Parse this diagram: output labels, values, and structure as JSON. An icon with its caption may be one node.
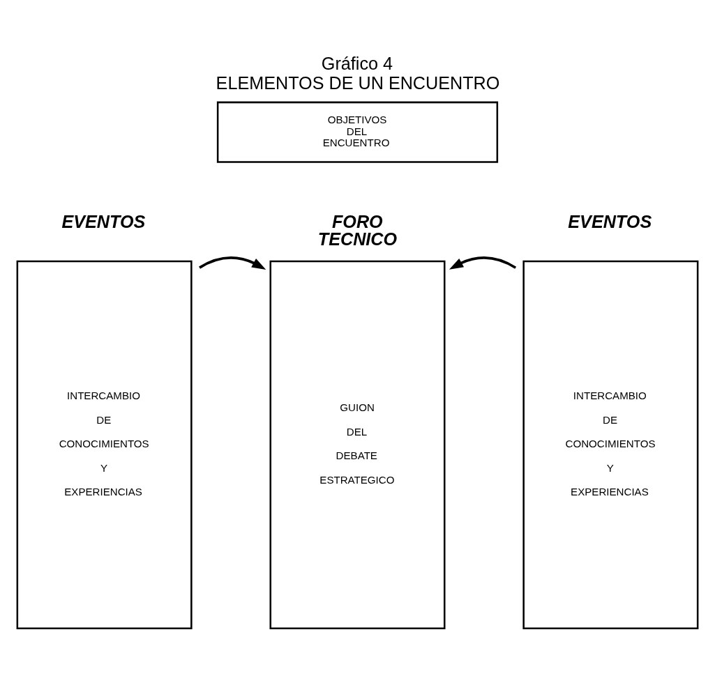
{
  "diagram": {
    "title": "ELEMENTOS DE UN ENCUENTRO",
    "nodes": [
      {
        "text": [
          "OBJETIVOS DEL ENCUENTRO"
        ]
      },
      {
        "text": [
          "EVENTOS",
          "INTERCAMBIO DE CONOCIMIENTOS Y EXPERIENCIAS"
        ]
      },
      {
        "text": [
          "FORO TECNICO",
          "GUION DEL DEBATE ESTRATEGICO"
        ]
      },
      {
        "text": [
          "EVENTOS",
          "INTERCAMBIO DE CONOCIMIENTOS Y EXPERIENCIAS"
        ]
      }
    ],
    "edges": [
      {
        "from": 1,
        "to": 2,
        "arrow": "to"
      },
      {
        "from": 3,
        "to": 2,
        "arrow": "to"
      }
    ],
    "labels": [
      "Gráfico 4"
    ]
  }
}
